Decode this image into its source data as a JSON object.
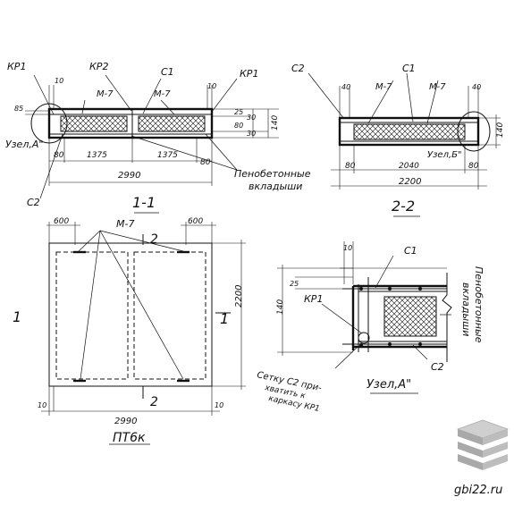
{
  "section_1_1": {
    "title": "1-1",
    "labels": {
      "kr1_left": "КР1",
      "kr2": "КР2",
      "c1": "С1",
      "m7_a": "М-7",
      "m7_b": "М-7",
      "kr1_right": "КР1",
      "c2": "С2",
      "node_a": "Узел,А\"",
      "foam_inserts_1": "Пенобетонные",
      "foam_inserts_2": "вкладыши"
    },
    "dims": {
      "d10_left": "10",
      "d85": "85",
      "d80_left": "80",
      "d1375_left": "1375",
      "d1375_right": "1375",
      "d80_right": "80",
      "d10_right": "10",
      "d25": "25",
      "d30": "30",
      "d80_v": "80",
      "d30_b": "30",
      "d140": "140",
      "total": "2990"
    }
  },
  "section_2_2": {
    "title": "2-2",
    "labels": {
      "c2": "С2",
      "c1": "С1",
      "m7_a": "М-7",
      "m7_b": "М-7",
      "node_b": "Узел,Б\""
    },
    "dims": {
      "d40_left": "40",
      "d40_right": "40",
      "d80_left": "80",
      "d2040": "2040",
      "d80_right": "80",
      "d140": "140",
      "total": "2200"
    }
  },
  "plan": {
    "section_mark": "1",
    "section_mark_r": "1",
    "cut_top": "2",
    "cut_bottom": "2",
    "labels": {
      "m7": "М-7"
    },
    "dims": {
      "d600_left": "600",
      "d600_right": "600",
      "d2200": "2200",
      "d10": "10",
      "total": "2990",
      "d10_r": "10"
    },
    "caption": "ПТ6к"
  },
  "node_a_detail": {
    "labels": {
      "c1": "С1",
      "kr1": "КР1",
      "c2": "С2",
      "foam_1": "Пенобетонные",
      "foam_2": "вкладыши",
      "note_1": "Сетку С2 при-",
      "note_2": "хватить к",
      "note_3": "каркасу КР1",
      "title": "Узел,А\""
    },
    "dims": {
      "d10": "10",
      "d25": "25",
      "d140": "140"
    }
  },
  "watermark": {
    "text": "gbi22.ru"
  }
}
